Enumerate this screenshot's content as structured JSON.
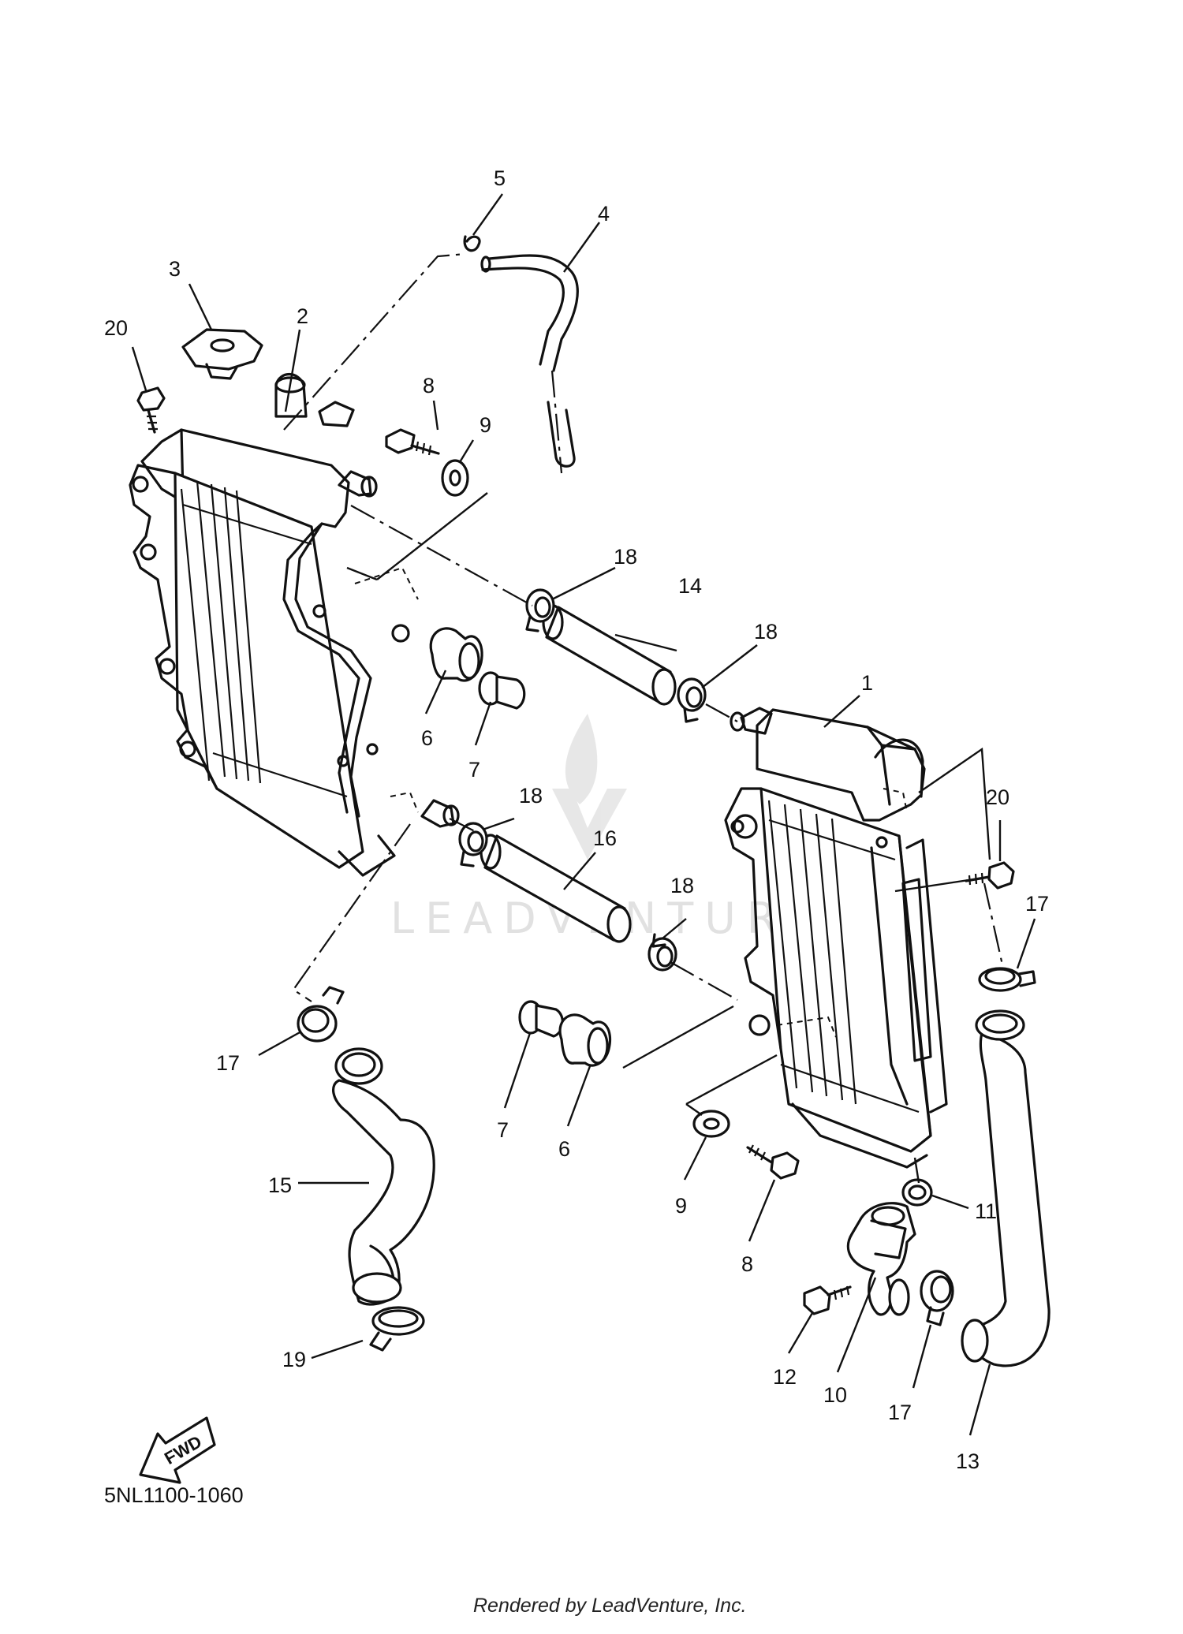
{
  "diagram": {
    "watermark": "LEADVENTURE",
    "drawing_code": "5NL1100-1060",
    "credit": "Rendered by LeadVenture, Inc.",
    "direction_badge": "FWD",
    "callouts": {
      "c1": "1",
      "c2": "2",
      "c3": "3",
      "c4": "4",
      "c5": "5",
      "c6a": "6",
      "c6b": "6",
      "c7a": "7",
      "c7b": "7",
      "c8a": "8",
      "c8b": "8",
      "c9a": "9",
      "c9b": "9",
      "c10": "10",
      "c11": "11",
      "c12": "12",
      "c13": "13",
      "c14": "14",
      "c15": "15",
      "c16": "16",
      "c17a": "17",
      "c17b": "17",
      "c17c": "17",
      "c18a": "18",
      "c18b": "18",
      "c18c": "18",
      "c18d": "18",
      "c19": "19",
      "c20a": "20",
      "c20b": "20"
    }
  }
}
